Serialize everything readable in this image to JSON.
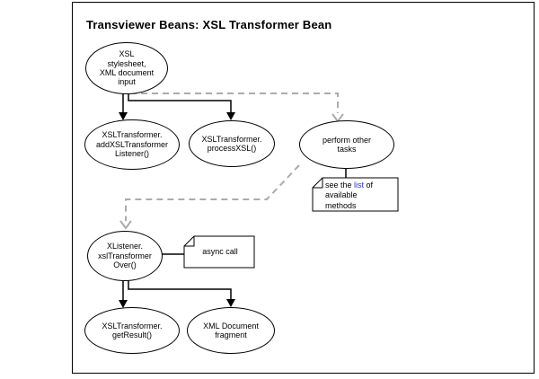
{
  "title": "Transviewer Beans: XSL Transformer Bean",
  "colors": {
    "solid_line": "#000000",
    "dashed_line": "#ababab",
    "link_text": "#3333cc",
    "background": "#ffffff"
  },
  "nodes": {
    "input": {
      "lines": [
        "XSL",
        "stylesheet,",
        "XML document",
        "input"
      ]
    },
    "add_listener": {
      "lines": [
        "XSLTransformer.",
        "addXSLTransformer",
        "Listener()"
      ]
    },
    "process_xsl": {
      "lines": [
        "XSLTransformer.",
        "processXSL()"
      ]
    },
    "perform_other": {
      "lines": [
        "perform other",
        "tasks"
      ]
    },
    "xlistener": {
      "lines": [
        "XListener.",
        "xslTransformer",
        "Over()"
      ]
    },
    "get_result": {
      "lines": [
        "XSLTransformer.",
        "getResult()"
      ]
    },
    "xml_fragment": {
      "lines": [
        "XML Document",
        "fragment"
      ]
    }
  },
  "notes": {
    "methods": {
      "text_before": "see the ",
      "link_label": "list",
      "text_after": " of",
      "line2": "available",
      "line3": "methods"
    },
    "async": {
      "label": "async call"
    }
  }
}
